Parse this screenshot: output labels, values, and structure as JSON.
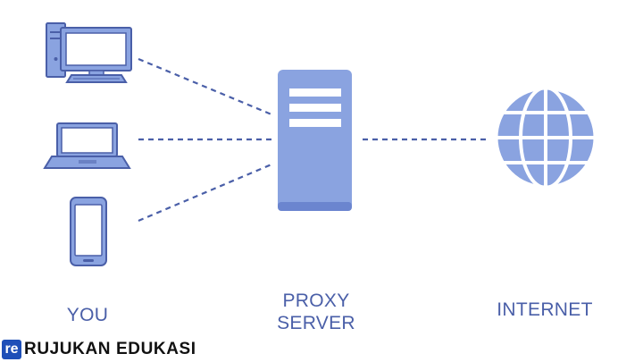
{
  "labels": {
    "you": "YOU",
    "proxy_line1": "PROXY",
    "proxy_line2": "SERVER",
    "internet": "INTERNET"
  },
  "brand": {
    "mark": "re",
    "name": "RUJUKAN EDUKASI"
  },
  "icons": [
    "desktop-computer-icon",
    "laptop-icon",
    "smartphone-icon",
    "server-icon",
    "globe-icon"
  ],
  "colors": {
    "icon_fill": "#8aa3e0",
    "icon_stroke": "#4a5fa8",
    "connector": "#4a5fa8",
    "label_text": "#4a5fa8",
    "brand_mark": "#1e4fb8"
  }
}
